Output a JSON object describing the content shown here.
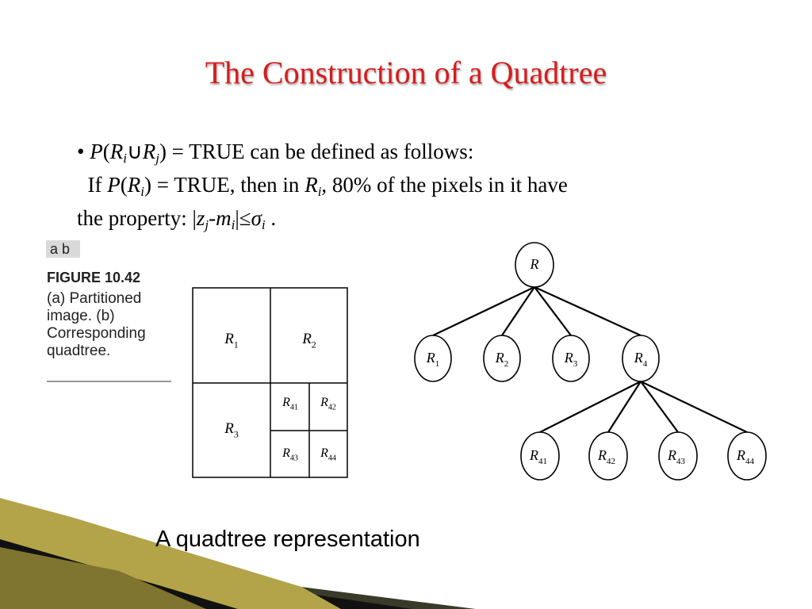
{
  "slide": {
    "title": "The Construction of a Quadtree",
    "caption": "A quadtree representation"
  },
  "bullet": {
    "marker": "•",
    "l1_p": "P",
    "l1_open": "(",
    "l1_r1": "R",
    "l1_sub_i": "i",
    "l1_cup": "∪",
    "l1_r2": "R",
    "l1_sub_j": "j",
    "l1_rest": ") = TRUE can be defined as follows:",
    "l2_if": "If ",
    "l2_p": "P",
    "l2_open": "(",
    "l2_r": "R",
    "l2_sub_i": "i",
    "l2_mid": ") = TRUE, then in ",
    "l2_r2": "R",
    "l2_sub_i2": "i",
    "l2_rest": ", 80% of the pixels in it have",
    "l3_start": "the property: |",
    "l3_z": "z",
    "l3_sub_j": "j",
    "l3_dash": "-",
    "l3_m": "m",
    "l3_sub_i": "i",
    "l3_le": "|≤",
    "l3_sigma": "σ",
    "l3_sub_i2": "i",
    "l3_end": " ."
  },
  "figure": {
    "panel_letters": "a  b",
    "number": "FIGURE 10.42",
    "text": "(a) Partitioned image. (b) Corresponding quadtree."
  },
  "partition": {
    "regions": [
      {
        "base": "R",
        "sub": "1"
      },
      {
        "base": "R",
        "sub": "2"
      },
      {
        "base": "R",
        "sub": "3"
      },
      {
        "base": "R",
        "sub": "41"
      },
      {
        "base": "R",
        "sub": "42"
      },
      {
        "base": "R",
        "sub": "43"
      },
      {
        "base": "R",
        "sub": "44"
      }
    ]
  },
  "tree": {
    "root": {
      "base": "R",
      "sub": ""
    },
    "level1": [
      {
        "base": "R",
        "sub": "1"
      },
      {
        "base": "R",
        "sub": "2"
      },
      {
        "base": "R",
        "sub": "3"
      },
      {
        "base": "R",
        "sub": "4"
      }
    ],
    "level2": [
      {
        "base": "R",
        "sub": "41"
      },
      {
        "base": "R",
        "sub": "42"
      },
      {
        "base": "R",
        "sub": "43"
      },
      {
        "base": "R",
        "sub": "44"
      }
    ]
  },
  "colors": {
    "title": "#d51d1d",
    "line": "#000000",
    "band_gold": "#a89a3c",
    "band_black": "#111111"
  }
}
